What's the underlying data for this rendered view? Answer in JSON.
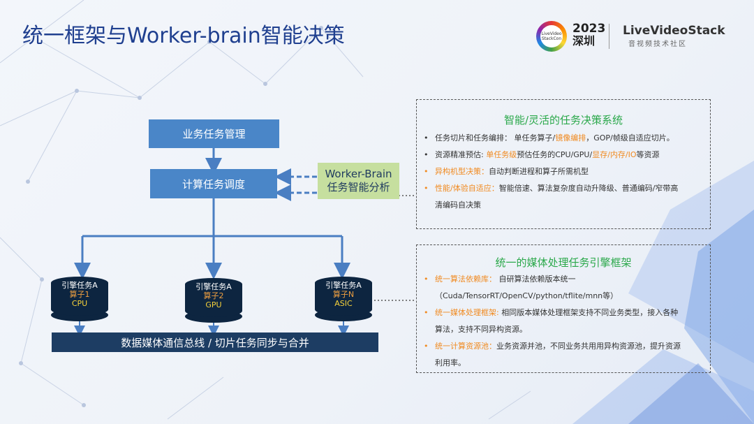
{
  "slide": {
    "title": "统一框架与Worker-brain智能决策"
  },
  "logo": {
    "event_text": "LiveVideo StackCon",
    "year": "2023",
    "city": "深圳",
    "brand": "LiveVideoStack",
    "brand_sub": "音视频技术社区"
  },
  "diagram": {
    "top_box": "业务任务管理",
    "schedule_box": "计算任务调度",
    "brain_line1": "Worker-Brain",
    "brain_line2": "任务智能分析",
    "engines": [
      {
        "line1": "引擎任务A",
        "line2": "算子1",
        "line3": "CPU"
      },
      {
        "line1": "引擎任务A",
        "line2": "算子2",
        "line3": "GPU"
      },
      {
        "line1": "引擎任务A",
        "line2": "算子N",
        "line3": "ASIC"
      }
    ],
    "bus": "数据媒体通信总线 / 切片任务同步与合并"
  },
  "panel_top": {
    "title": "智能/灵活的任务决策系统",
    "items": [
      {
        "parts": [
          {
            "t": "任务切片和任务编排： 单任务算子/",
            "c": "n"
          },
          {
            "t": "镜像编排",
            "c": "o"
          },
          {
            "t": "，GOP/帧级自适应切片。",
            "c": "n"
          }
        ]
      },
      {
        "parts": [
          {
            "t": "资源精准预估: ",
            "c": "n"
          },
          {
            "t": "单任务级",
            "c": "o"
          },
          {
            "t": "预估任务的CPU/GPU/",
            "c": "n"
          },
          {
            "t": "显存/内存/IO",
            "c": "o"
          },
          {
            "t": "等资源",
            "c": "n"
          }
        ]
      },
      {
        "parts": [
          {
            "t": "异构机型决策：",
            "c": "o"
          },
          {
            "t": "自动判断进程和算子所需机型",
            "c": "n"
          }
        ]
      },
      {
        "parts": [
          {
            "t": "性能/体验自适应：",
            "c": "o"
          },
          {
            "t": "智能倍速、算法复杂度自动升降级、普通编码/窄带高",
            "c": "n"
          }
        ],
        "cont": "清编码自决策"
      }
    ]
  },
  "panel_bottom": {
    "title": "统一的媒体处理任务引擎框架",
    "items": [
      {
        "parts": [
          {
            "t": "统一算法依赖库：",
            "c": "o"
          },
          {
            "t": " 自研算法依赖版本统一",
            "c": "n"
          }
        ],
        "cont": "（Cuda/TensorRT/OpenCV/python/tflite/mnn等）"
      },
      {
        "parts": [
          {
            "t": "统一媒体处理框架:",
            "c": "o"
          },
          {
            "t": " 相同版本媒体处理框架支持不同业务类型，接入各种",
            "c": "n"
          }
        ],
        "cont": "算法，支持不同异构资源。"
      },
      {
        "parts": [
          {
            "t": "统一计算资源池：",
            "c": "o"
          },
          {
            "t": "业务资源并池，不同业务共用用异构资源池，提升资源",
            "c": "n"
          }
        ],
        "cont": "利用率。"
      }
    ]
  }
}
